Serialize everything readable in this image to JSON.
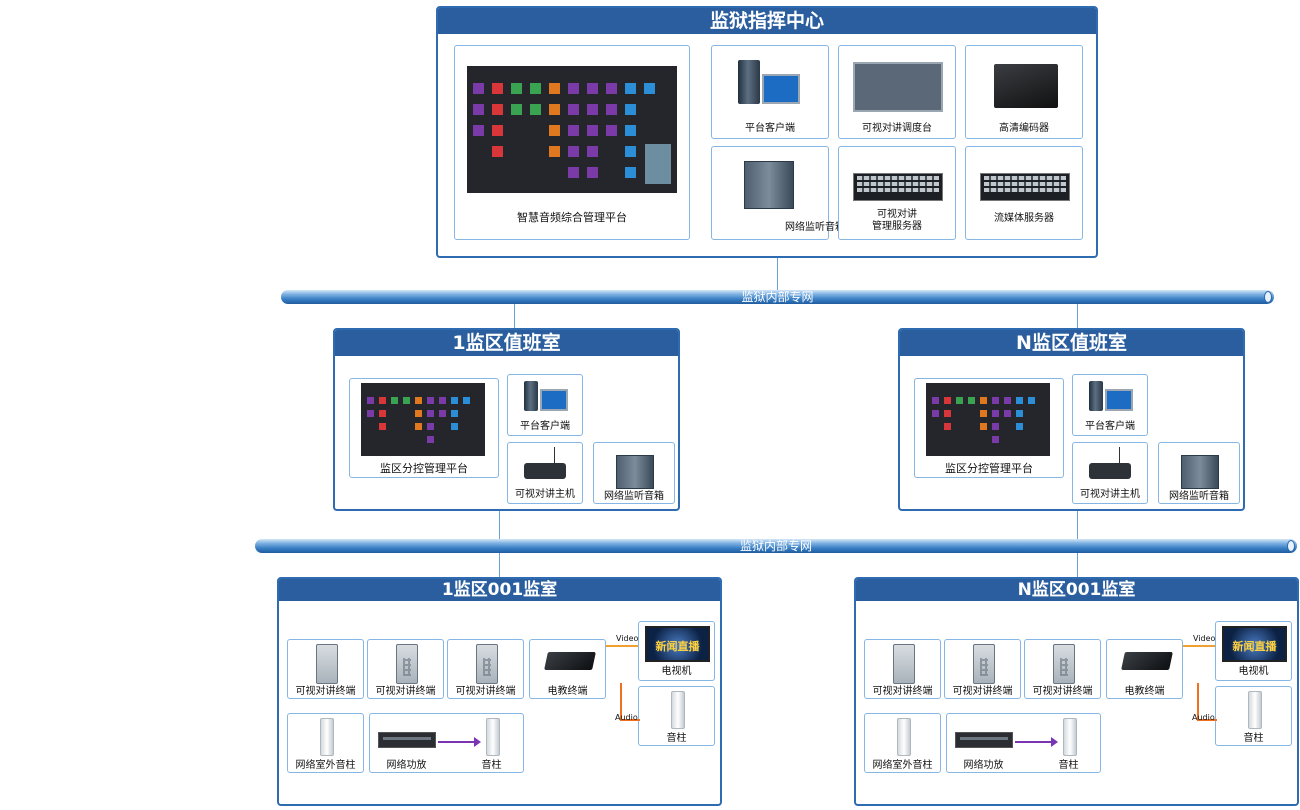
{
  "command_center": {
    "title": "监狱指挥中心",
    "platform_label": "智慧音频综合管理平台",
    "items": [
      {
        "label": "平台客户端"
      },
      {
        "label": "可视对讲调度台"
      },
      {
        "label": "高清编码器"
      },
      {
        "label": "网络监听音箱"
      },
      {
        "label": "可视对讲\n管理服务器"
      },
      {
        "label": "流媒体服务器"
      }
    ]
  },
  "network_label": "监狱内部专网",
  "duty_rooms": [
    {
      "title": "1监区值班室",
      "platform_label": "监区分控管理平台",
      "client": "平台客户端",
      "host": "可视对讲主机",
      "speaker": "网络监听音箱"
    },
    {
      "title": "N监区值班室",
      "platform_label": "监区分控管理平台",
      "client": "平台客户端",
      "host": "可视对讲主机",
      "speaker": "网络监听音箱"
    }
  ],
  "cells": [
    {
      "title": "1监区001监室",
      "terminals": [
        "可视对讲终端",
        "可视对讲终端",
        "可视对讲终端"
      ],
      "edu": "电教终端",
      "tv": "电视机",
      "tv_text": "新闻直播",
      "column": "音柱",
      "outdoor": "网络室外音柱",
      "amp": "网络功放",
      "amp_column": "音柱",
      "video": "Video",
      "audio": "Audio"
    },
    {
      "title": "N监区001监室",
      "terminals": [
        "可视对讲终端",
        "可视对讲终端",
        "可视对讲终端"
      ],
      "edu": "电教终端",
      "tv": "电视机",
      "tv_text": "新闻直播",
      "column": "音柱",
      "outdoor": "网络室外音柱",
      "amp": "网络功放",
      "amp_column": "音柱",
      "video": "Video",
      "audio": "Audio"
    }
  ],
  "colors": {
    "accent": "#2b5e9e",
    "border": "#86b6e3",
    "video_line": "#f0a030",
    "audio_line": "#f07020",
    "arrow": "#7a35b5"
  }
}
